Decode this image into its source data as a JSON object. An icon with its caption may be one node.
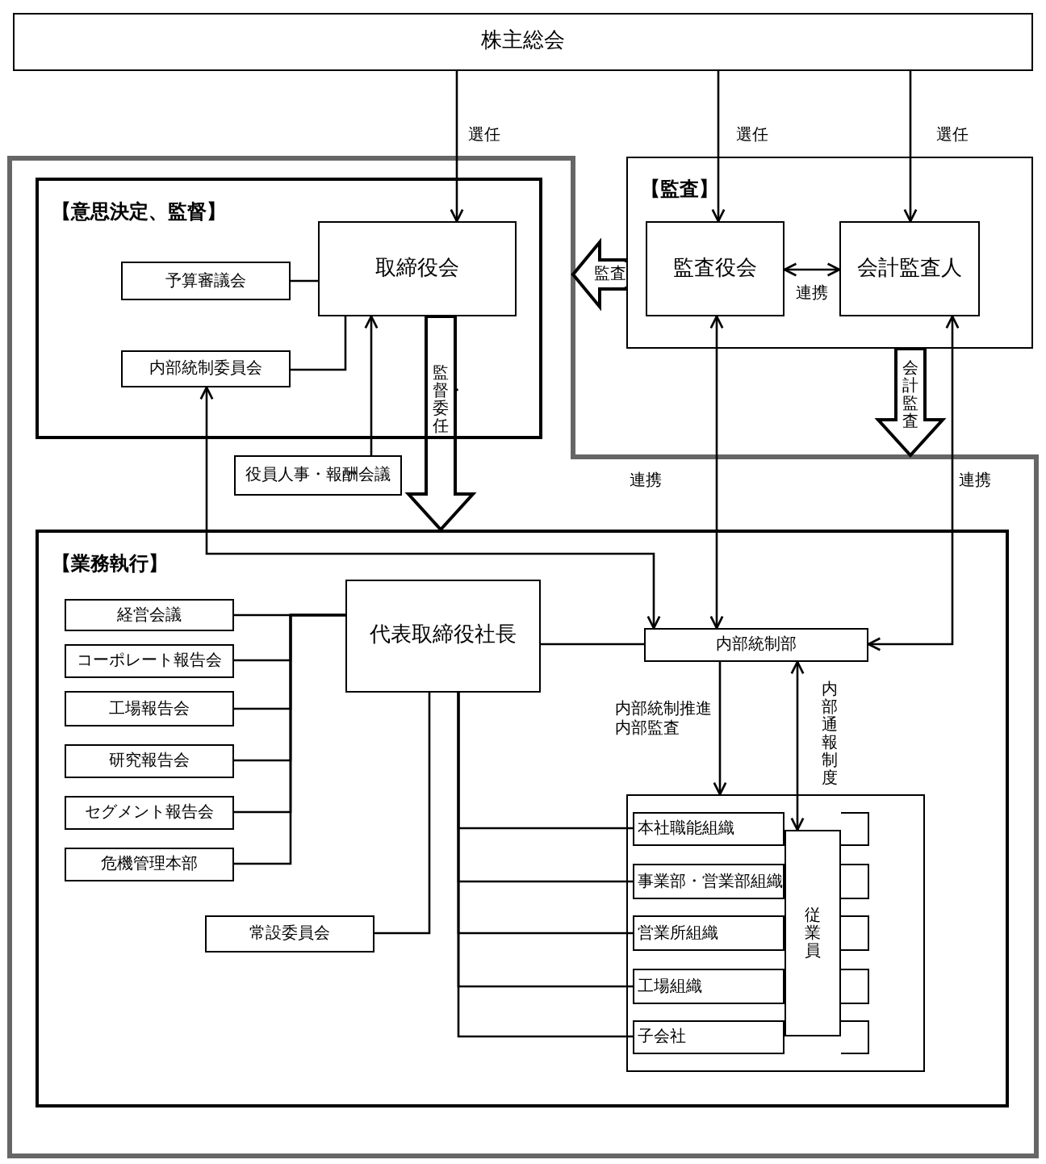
{
  "diagram": {
    "nodes": [
      {
        "text": [
          "株主総会"
        ]
      },
      {
        "text": [
          "【意思決定、監督】"
        ]
      },
      {
        "text": [
          "取締役会"
        ],
        "in": 1
      },
      {
        "text": [
          "予算審議会"
        ],
        "in": 1
      },
      {
        "text": [
          "内部統制委員会"
        ],
        "in": 1
      },
      {
        "text": [
          "役員人事・報酬会議"
        ]
      },
      {
        "text": [
          "【監査】"
        ]
      },
      {
        "text": [
          "監査役会"
        ],
        "in": 6
      },
      {
        "text": [
          "会計監査人"
        ],
        "in": 6
      },
      {
        "text": [
          "【業務執行】"
        ]
      },
      {
        "text": [
          "代表取締役社長"
        ],
        "in": 9
      },
      {
        "text": [
          "経営会議"
        ],
        "in": 9
      },
      {
        "text": [
          "コーポレート報告会"
        ],
        "in": 9
      },
      {
        "text": [
          "工場報告会"
        ],
        "in": 9
      },
      {
        "text": [
          "研究報告会"
        ],
        "in": 9
      },
      {
        "text": [
          "セグメント報告会"
        ],
        "in": 9
      },
      {
        "text": [
          "危機管理本部"
        ],
        "in": 9
      },
      {
        "text": [
          "常設委員会"
        ],
        "in": 9
      },
      {
        "text": [
          "内部統制部"
        ],
        "in": 9
      },
      {
        "text": [],
        "shape": "box",
        "in": 9
      },
      {
        "text": [
          "本社職能組織"
        ],
        "in": 19
      },
      {
        "text": [
          "事業部・営業部組織"
        ],
        "in": 19
      },
      {
        "text": [
          "営業所組織"
        ],
        "in": 19
      },
      {
        "text": [
          "工場組織"
        ],
        "in": 19
      },
      {
        "text": [
          "子会社"
        ],
        "in": 19
      },
      {
        "text": [
          "従業員"
        ],
        "in": 19
      }
    ],
    "edges": [
      {
        "from": 0,
        "to": 2,
        "arrow": "to",
        "label": "選任"
      },
      {
        "from": 0,
        "to": 7,
        "arrow": "to",
        "label": "選任"
      },
      {
        "from": 0,
        "to": 8,
        "arrow": "to",
        "label": "選任"
      },
      {
        "from": 3,
        "to": 2,
        "arrow": "none"
      },
      {
        "from": 4,
        "to": 2,
        "arrow": "none"
      },
      {
        "from": 5,
        "to": 2,
        "arrow": "to"
      },
      {
        "from": 2,
        "to": 9,
        "arrow": "to",
        "label": "監督・委任",
        "style": "thick"
      },
      {
        "from": 6,
        "to": null,
        "arrow": "to",
        "label": "監査",
        "style": "thick"
      },
      {
        "from": 7,
        "to": 8,
        "arrow": "both",
        "label": "連携"
      },
      {
        "from": 6,
        "to": null,
        "arrow": "to",
        "label": "会計監査",
        "style": "thick"
      },
      {
        "from": 4,
        "to": 18,
        "arrow": "both"
      },
      {
        "from": 7,
        "to": 18,
        "arrow": "both",
        "label": "連携"
      },
      {
        "from": 8,
        "to": 18,
        "arrow": "both",
        "label": "連携"
      },
      {
        "from": 10,
        "to": 18,
        "arrow": "none"
      },
      {
        "from": 18,
        "to": 19,
        "arrow": "to",
        "label": "内部統制推進内部監査"
      },
      {
        "from": 18,
        "to": 25,
        "arrow": "both",
        "label": "内部通報制度"
      },
      {
        "from": 10,
        "to": 11,
        "arrow": "none"
      },
      {
        "from": 10,
        "to": 12,
        "arrow": "none"
      },
      {
        "from": 10,
        "to": 13,
        "arrow": "none"
      },
      {
        "from": 10,
        "to": 14,
        "arrow": "none"
      },
      {
        "from": 10,
        "to": 15,
        "arrow": "none"
      },
      {
        "from": 10,
        "to": 16,
        "arrow": "none"
      },
      {
        "from": 10,
        "to": 17,
        "arrow": "none"
      },
      {
        "from": 10,
        "to": 20,
        "arrow": "none"
      },
      {
        "from": 10,
        "to": 21,
        "arrow": "none"
      },
      {
        "from": 10,
        "to": 22,
        "arrow": "none"
      },
      {
        "from": 10,
        "to": 23,
        "arrow": "none"
      },
      {
        "from": 10,
        "to": 24,
        "arrow": "none"
      }
    ]
  }
}
